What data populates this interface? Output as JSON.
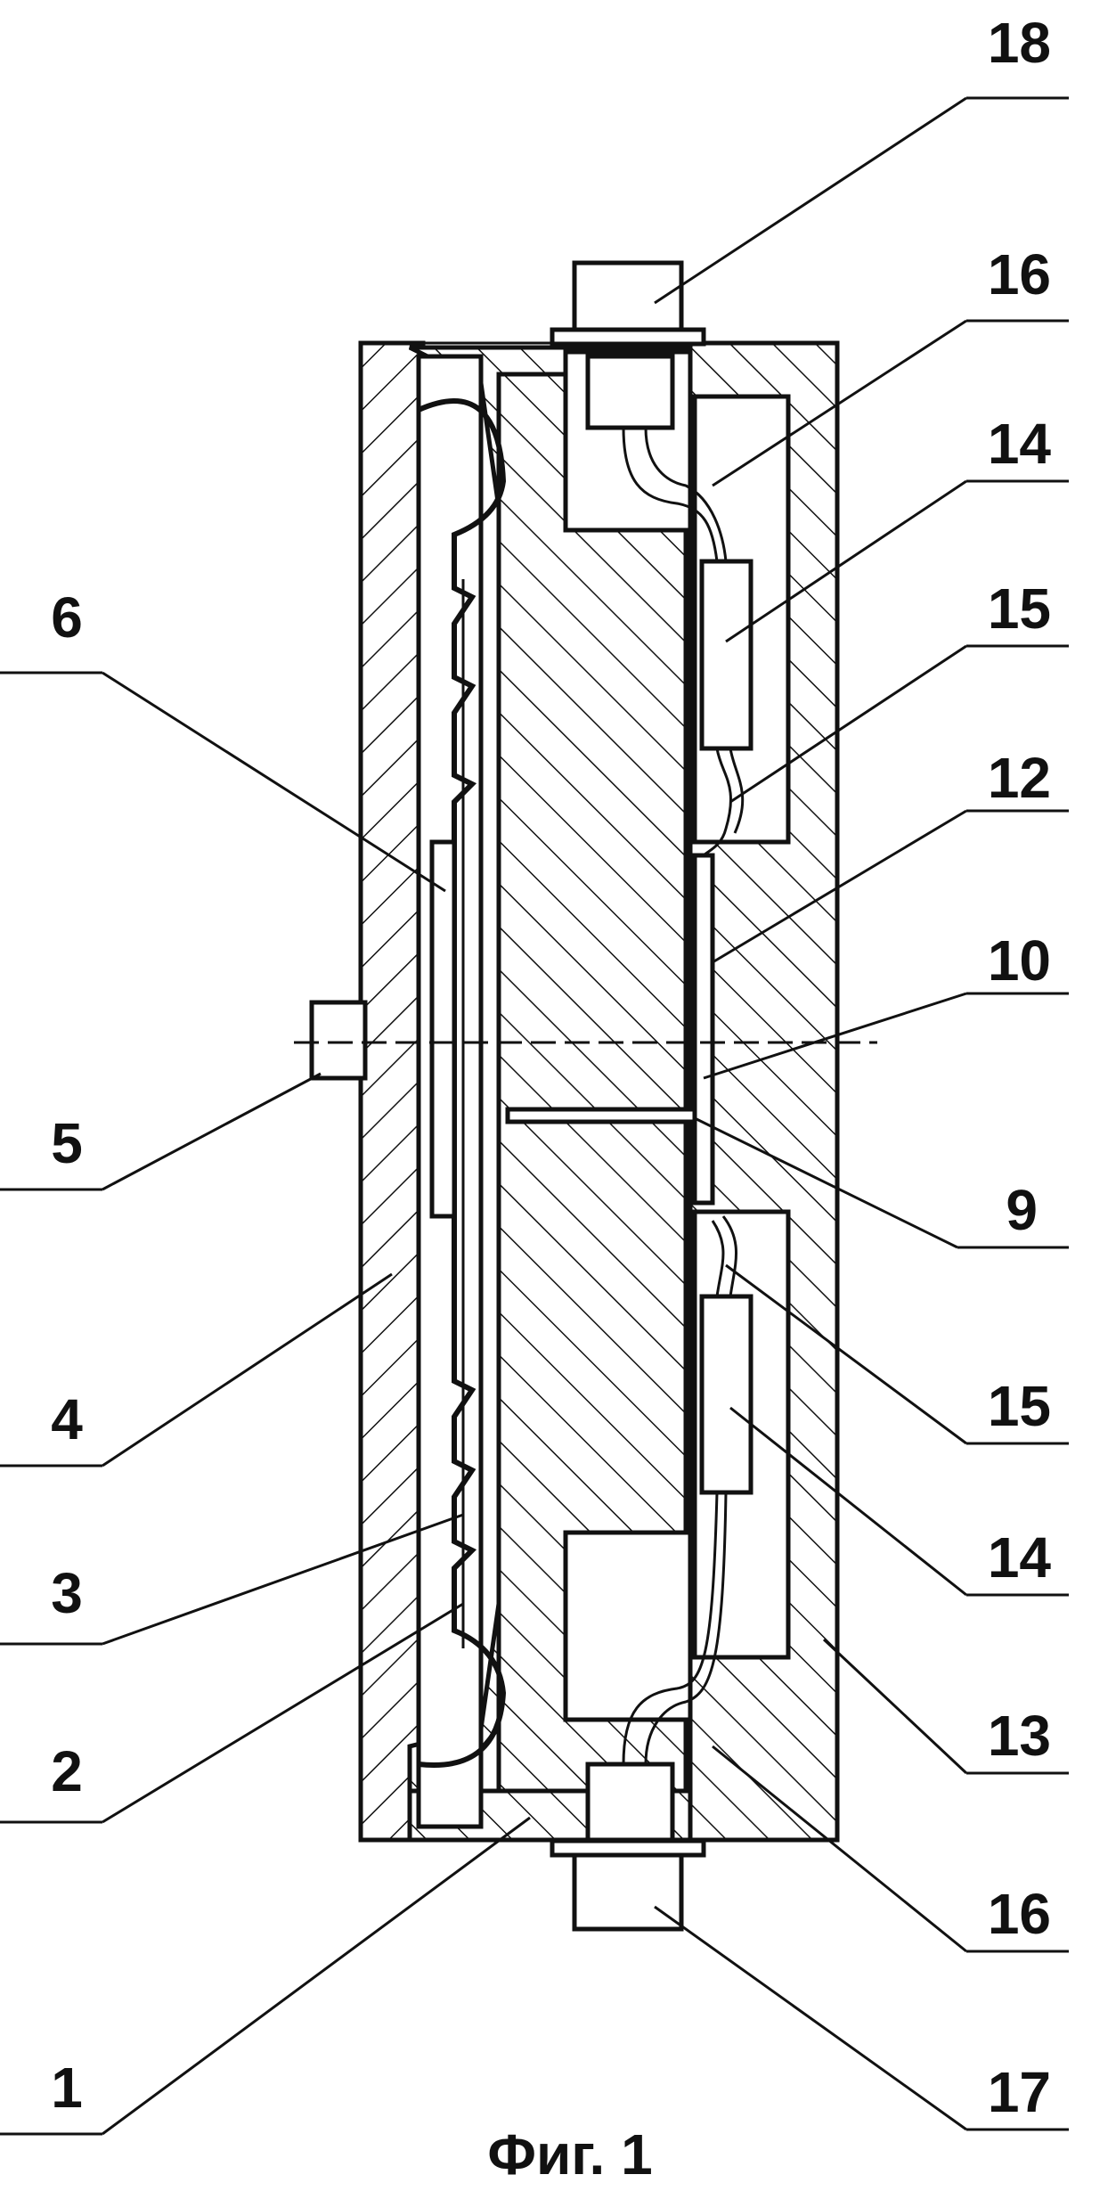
{
  "figure": {
    "caption": "Фиг. 1",
    "labels": {
      "l18": "18",
      "l16a": "16",
      "l14a": "14",
      "l15a": "15",
      "l12": "12",
      "l10": "10",
      "l6": "6",
      "l5": "5",
      "l9": "9",
      "l4": "4",
      "l15b": "15",
      "l14b": "14",
      "l3": "3",
      "l13": "13",
      "l2": "2",
      "l16b": "16",
      "l1": "1",
      "l17": "17"
    }
  }
}
